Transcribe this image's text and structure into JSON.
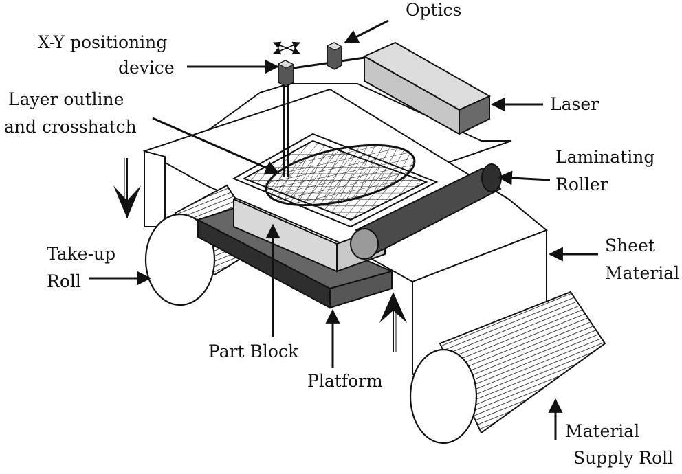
{
  "labels": {
    "optics": "Optics",
    "xy_line1": "X-Y positioning",
    "xy_line2": "device",
    "layer_line1": "Layer outline",
    "layer_line2": "and crosshatch",
    "laser": "Laser",
    "laminating_line1": "Laminating",
    "laminating_line2": "Roller",
    "takeup_line1": "Take-up",
    "takeup_line2": "Roll",
    "sheet_line1": "Sheet",
    "sheet_line2": "Material",
    "part_block": "Part Block",
    "platform": "Platform",
    "supply_line1": "Material",
    "supply_line2": "Supply Roll"
  },
  "colors": {
    "stroke": "#111111",
    "laser_top": "#dcdcdc",
    "laser_front": "#c6c6c6",
    "laser_side": "#6a6a6a",
    "part_block": "#d8d8d8",
    "platform_top": "#666666",
    "platform_front": "#2e2e2e",
    "roller": "#4a4a4a"
  }
}
